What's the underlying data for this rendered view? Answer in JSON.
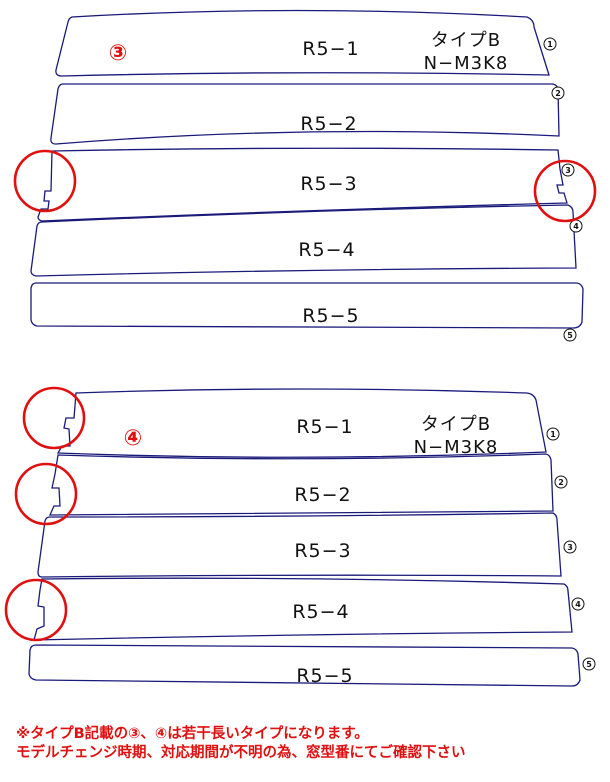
{
  "section_a": {
    "mark": "③",
    "type_name": "タイプB",
    "part_code": "N−M3K8",
    "bands": [
      {
        "label": "R5−1",
        "number": "1"
      },
      {
        "label": "R5−2",
        "number": "2"
      },
      {
        "label": "R5−3",
        "number": "3"
      },
      {
        "label": "R5−4",
        "number": "4"
      },
      {
        "label": "R5−5",
        "number": "5"
      }
    ]
  },
  "section_b": {
    "mark": "④",
    "type_name": "タイプB",
    "part_code": "N−M3K8",
    "bands": [
      {
        "label": "R5−1",
        "number": "1"
      },
      {
        "label": "R5−2",
        "number": "2"
      },
      {
        "label": "R5−3",
        "number": "3"
      },
      {
        "label": "R5−4",
        "number": "4"
      },
      {
        "label": "R5−5",
        "number": "5"
      }
    ]
  },
  "notes": {
    "line1": "※タイプB記載の③、④は若干長いタイプになります。",
    "line2": "モデルチェンジ時期、対応期間が不明の為、窓型番にてご確認下さい"
  },
  "colors": {
    "outline": "#1a1a7a",
    "highlight": "#e01010"
  }
}
